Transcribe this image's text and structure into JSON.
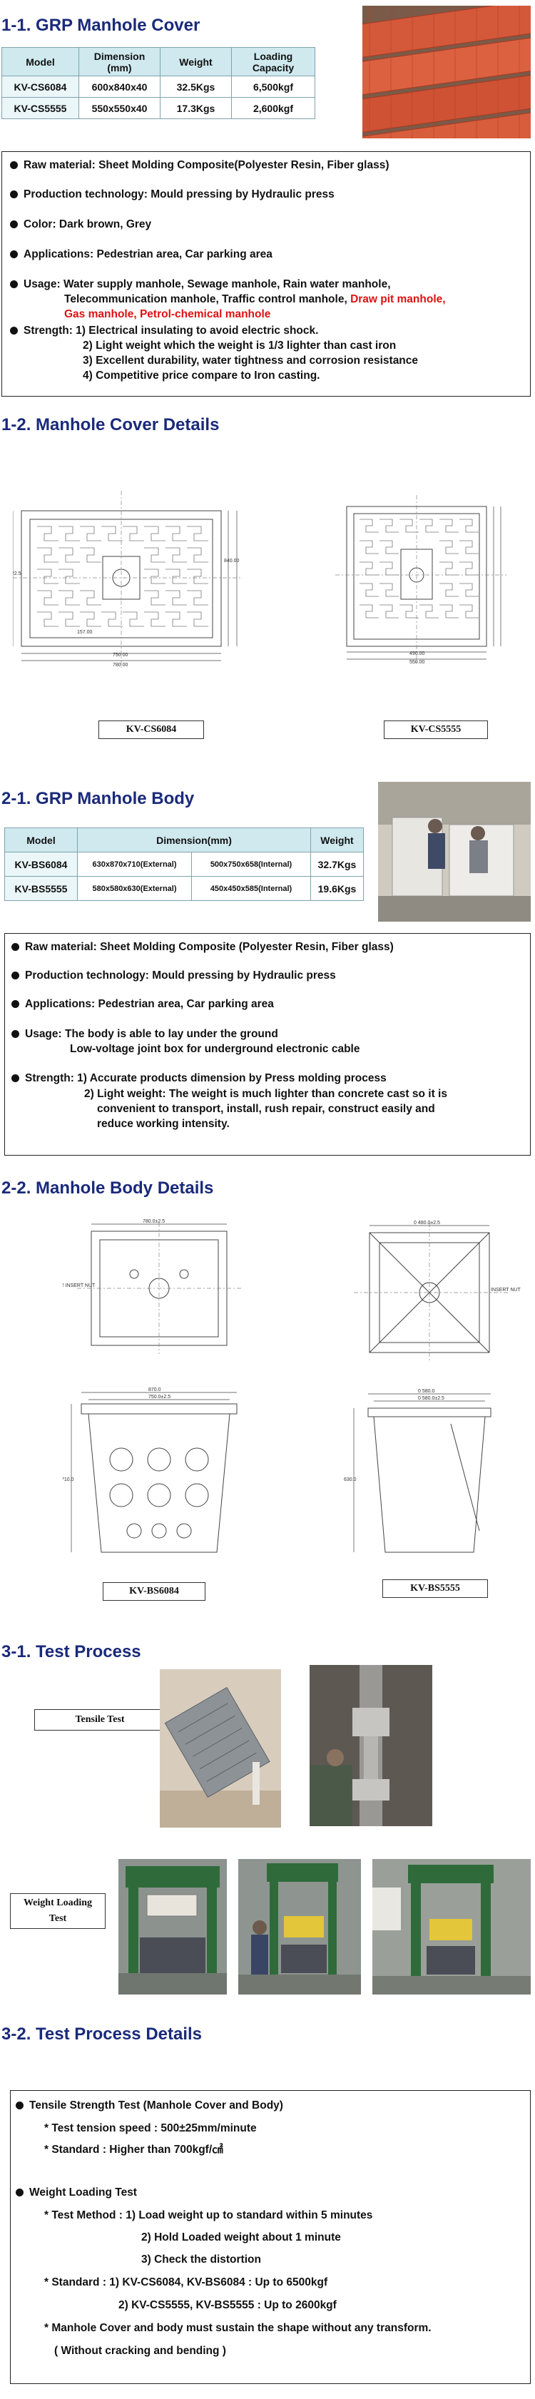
{
  "s11": {
    "title": "1-1. GRP Manhole Cover",
    "headers": [
      "Model",
      "Dimension\n(mm)",
      "Weight",
      "Loading\nCapacity"
    ],
    "rows": [
      [
        "KV-CS6084",
        "600x840x40",
        "32.5Kgs",
        "6,500kgf"
      ],
      [
        "KV-CS5555",
        "550x550x40",
        "17.3Kgs",
        "2,600kgf"
      ]
    ],
    "bullets": {
      "raw": "Raw material: Sheet Molding Composite(Polyester Resin, Fiber glass)",
      "prod": "Production technology: Mould pressing by Hydraulic press",
      "color": "Color: Dark brown, Grey",
      "app": "Applications: Pedestrian area, Car parking area",
      "usage1": "Usage: Water supply manhole, Sewage manhole, Rain water manhole,",
      "usage2": "Telecommunication manhole, Traffic control manhole, ",
      "usage2_red": "Draw pit manhole,",
      "usage3_red": "Gas manhole, Petrol-chemical manhole",
      "str1": "Strength: 1) Electrical insulating to avoid electric shock.",
      "str2": "2) Light weight which the weight is 1/3 lighter than cast iron",
      "str3": "3) Excellent durability, water tightness and corrosion resistance",
      "str4": "4) Competitive price compare to Iron casting."
    }
  },
  "s12": {
    "title": "1-2. Manhole Cover Details",
    "cap_left": "KV-CS6084",
    "cap_right": "KV-CS5555"
  },
  "s21": {
    "title": "2-1. GRP Manhole Body",
    "headers": [
      "Model",
      "Dimension(mm)",
      "Weight"
    ],
    "rows": [
      [
        "KV-BS6084",
        "630x870x710(External)",
        "500x750x658(Internal)",
        "32.7Kgs"
      ],
      [
        "KV-BS5555",
        "580x580x630(External)",
        "450x450x585(Internal)",
        "19.6Kgs"
      ]
    ],
    "bullets": {
      "raw": "Raw material: Sheet Molding Composite (Polyester Resin, Fiber glass)",
      "prod": "Production technology: Mould pressing by Hydraulic press",
      "app": "Applications: Pedestrian area, Car parking area",
      "usage1": "Usage: The body is able to lay under the ground",
      "usage2": "Low-voltage joint box for underground electronic cable",
      "str1": "Strength: 1) Accurate products dimension by Press molding process",
      "str2": "2) Light weight: The weight is much lighter than concrete cast so it is",
      "str3": "convenient to transport, install, rush repair, construct easily and",
      "str4": "reduce working intensity."
    }
  },
  "s22": {
    "title": "2-2. Manhole Body Details",
    "cap_left": "KV-BS6084",
    "cap_right": "KV-BS5555"
  },
  "s31": {
    "title": "3-1. Test Process",
    "tensile": "Tensile Test",
    "weight": "Weight Loading\nTest"
  },
  "s32": {
    "title": "3-2. Test Process Details",
    "t1": "Tensile Strength Test (Manhole Cover and Body)",
    "t2": "* Test tension speed : 500±25mm/minute",
    "t3": "* Standard : Higher than 700kgf/㎠",
    "w1": "Weight Loading Test",
    "w2": "* Test Method : 1) Load weight up to standard within 5 minutes",
    "w3": "2) Hold Loaded weight about 1 minute",
    "w4": "3) Check the distortion",
    "w5": "* Standard : 1) KV-CS6084, KV-BS6084 : Up to 6500kgf",
    "w6": "2) KV-CS5555, KV-BS5555 : Up to 2600kgf",
    "w7": "* Manhole Cover and body must sustain the shape without any transform.",
    "w8": "( Without cracking and bending )"
  },
  "colors": {
    "heading": "#1a2a7a",
    "table_header": "#cfe9ef",
    "red_text": "#dd1111",
    "cover_photo": "#d4583a"
  }
}
